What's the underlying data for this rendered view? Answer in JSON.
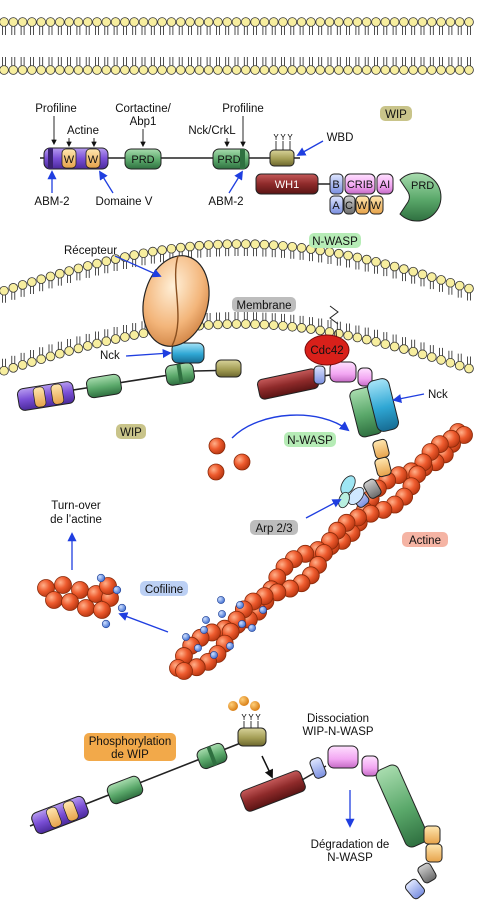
{
  "labels": {
    "profiline_1": "Profiline",
    "actine_top": "Actine",
    "cortactine_1": "Cortactine/",
    "cortactine_2": "Abp1",
    "nck_crkl": "Nck/CrkL",
    "profiline_2": "Profiline",
    "wip_top": "WIP",
    "wbd": "WBD",
    "abm2_1": "ABM-2",
    "domaine_v": "Domaine V",
    "abm2_2": "ABM-2",
    "nwasp_top": "N-WASP",
    "recepteur": "Récepteur",
    "membrane": "Membrane",
    "cdc42": "Cdc42",
    "nck_left": "Nck",
    "nck_right": "Nck",
    "wip_mid": "WIP",
    "nwasp_mid": "N-WASP",
    "arp23": "Arp 2/3",
    "actine_mid": "Actine",
    "turnover_1": "Turn-over",
    "turnover_2": "de l’actine",
    "cofiline": "Cofiline",
    "phospho_1": "Phosphorylation",
    "phospho_2": "de WIP",
    "dissociation_1": "Dissociation",
    "dissociation_2": "WIP-N-WASP",
    "degradation_1": "Dégradation de",
    "degradation_2": "N-WASP"
  },
  "domains": {
    "w": "W",
    "prd": "PRD",
    "wh1": "WH1",
    "b": "B",
    "crib": "CRIB",
    "ai": "AI",
    "a": "A",
    "c": "C",
    "y": "Y"
  },
  "colors": {
    "membrane_head": "#f7ee9f",
    "prd_green": "#5aa86a",
    "wh1_red": "#8e2a2a",
    "actin": "#ee5b2e",
    "cofilin": "#5f8fe0",
    "nck_blue": "#2fa7d4",
    "receptor": "#f3b57a",
    "arrow_blue": "#1f3ee0",
    "tag_wip": "#c9c48a",
    "tag_nwasp": "#b6ecb6",
    "tag_actine": "#f5b4a4",
    "tag_arp": "#bdbdbd",
    "tag_cofiline": "#bcd0f4",
    "tag_phospho": "#f2a94a"
  }
}
